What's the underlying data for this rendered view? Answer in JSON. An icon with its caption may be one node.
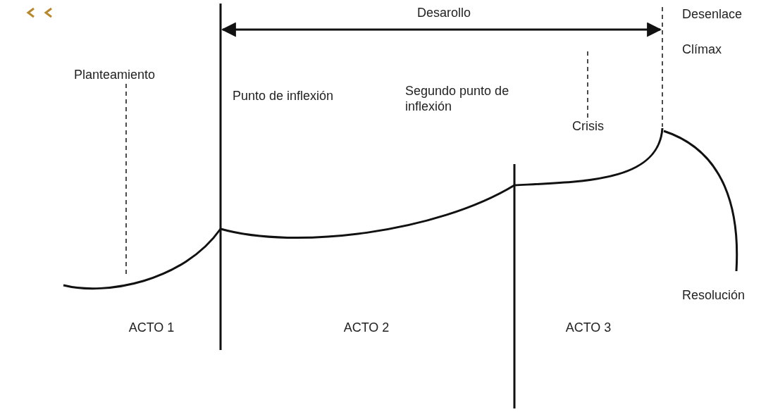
{
  "diagram": {
    "nodes": [
      {
        "text": [
          "Planteamiento"
        ]
      },
      {
        "text": [
          "Crisis"
        ]
      }
    ],
    "edges": [
      {
        "from": 0,
        "to": null,
        "arrow": "none",
        "style": "dashed"
      },
      {
        "from": 1,
        "to": null,
        "arrow": "none",
        "style": "dashed"
      }
    ],
    "labels": [
      "Desarollo",
      "Desenlace",
      "Clímax",
      "Punto de inflexión",
      "Segundo punto de inflexión",
      "Resolución",
      "ACTO 1",
      "ACTO 2",
      "ACTO 3"
    ]
  }
}
